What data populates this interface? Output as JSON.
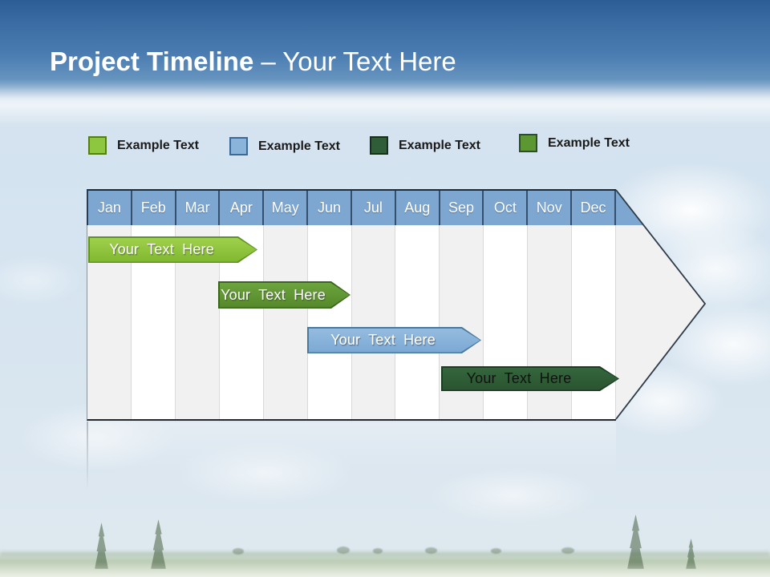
{
  "header": {
    "title_bold": "Project Timeline",
    "title_regular": "– Your Text Here"
  },
  "legend": {
    "items": [
      {
        "label": "Example Text",
        "fill": "#8dc63f",
        "border": "#567d1d"
      },
      {
        "label": "Example Text",
        "fill": "#8ab4da",
        "border": "#3a6a99"
      },
      {
        "label": "Example Text",
        "fill": "#2f5d38",
        "border": "#16301c"
      },
      {
        "label": "Example Text",
        "fill": "#5d9732",
        "border": "#28541a"
      }
    ]
  },
  "timeline": {
    "months": [
      "Jan",
      "Feb",
      "Mar",
      "Apr",
      "May",
      "Jun",
      "Jul",
      "Aug",
      "Sep",
      "Oct",
      "Nov",
      "Dec"
    ],
    "colors": {
      "header_fill": "#7da7d1",
      "header_separator": "#34506c",
      "column_gray": "#f1f1f1",
      "column_white": "#ffffff",
      "column_separator": "#d9d9d9",
      "arrow_fill": "#f1f1f1",
      "arrow_outline": "#2e3b46"
    },
    "bars": [
      {
        "label": "Your Text Here",
        "start": "Jan",
        "end": "Apr",
        "fill_top": "#a0d04c",
        "fill_bottom": "#7fb82f",
        "border": "#5f9321",
        "text_color": "#ffffff"
      },
      {
        "label": "Your Text Here",
        "start": "Apr",
        "end": "Jun",
        "fill_top": "#6ca43d",
        "fill_bottom": "#55882a",
        "border": "#3a661c",
        "text_color": "#ffffff"
      },
      {
        "label": "Your Text Here",
        "start": "Jun",
        "end": "Sep",
        "fill_top": "#95bcdf",
        "fill_bottom": "#7ba8d3",
        "border": "#48799f",
        "text_color": "#ffffff"
      },
      {
        "label": "Your Text Here",
        "start": "Sep",
        "end": "Dec",
        "fill_top": "#34663c",
        "fill_bottom": "#2a5430",
        "border": "#1c3d23",
        "text_color": "#111111"
      }
    ]
  }
}
